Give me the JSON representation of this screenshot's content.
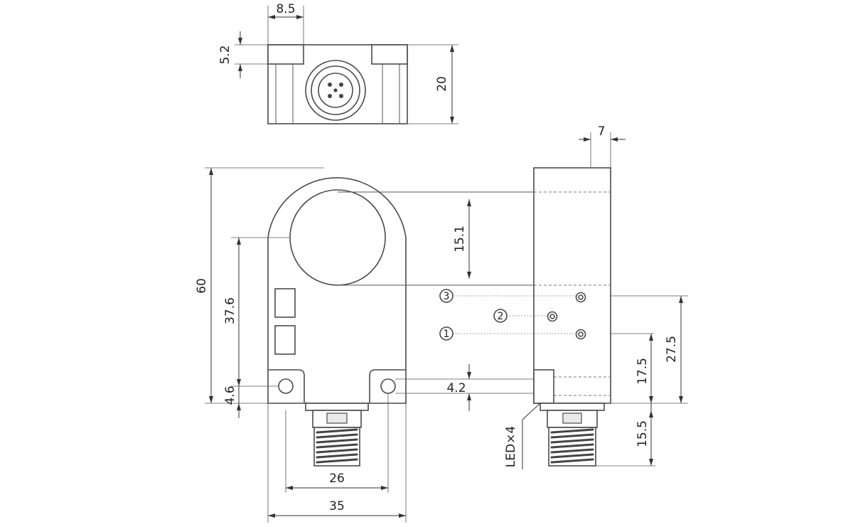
{
  "dimensions": {
    "top_width": "8.5",
    "top_slot": "5.2",
    "top_height": "20",
    "side_width": "7",
    "hole_dia": "15.1",
    "total_height": "60",
    "center_height": "37.6",
    "mount_offset": "4.6",
    "mount_gap": "4.2",
    "led_upper": "27.5",
    "led_lower": "17.5",
    "connector_len": "15.5",
    "mount_spacing": "26",
    "body_width": "35"
  },
  "led_markers": [
    "3",
    "2",
    "1"
  ],
  "led_label": "LED×4"
}
